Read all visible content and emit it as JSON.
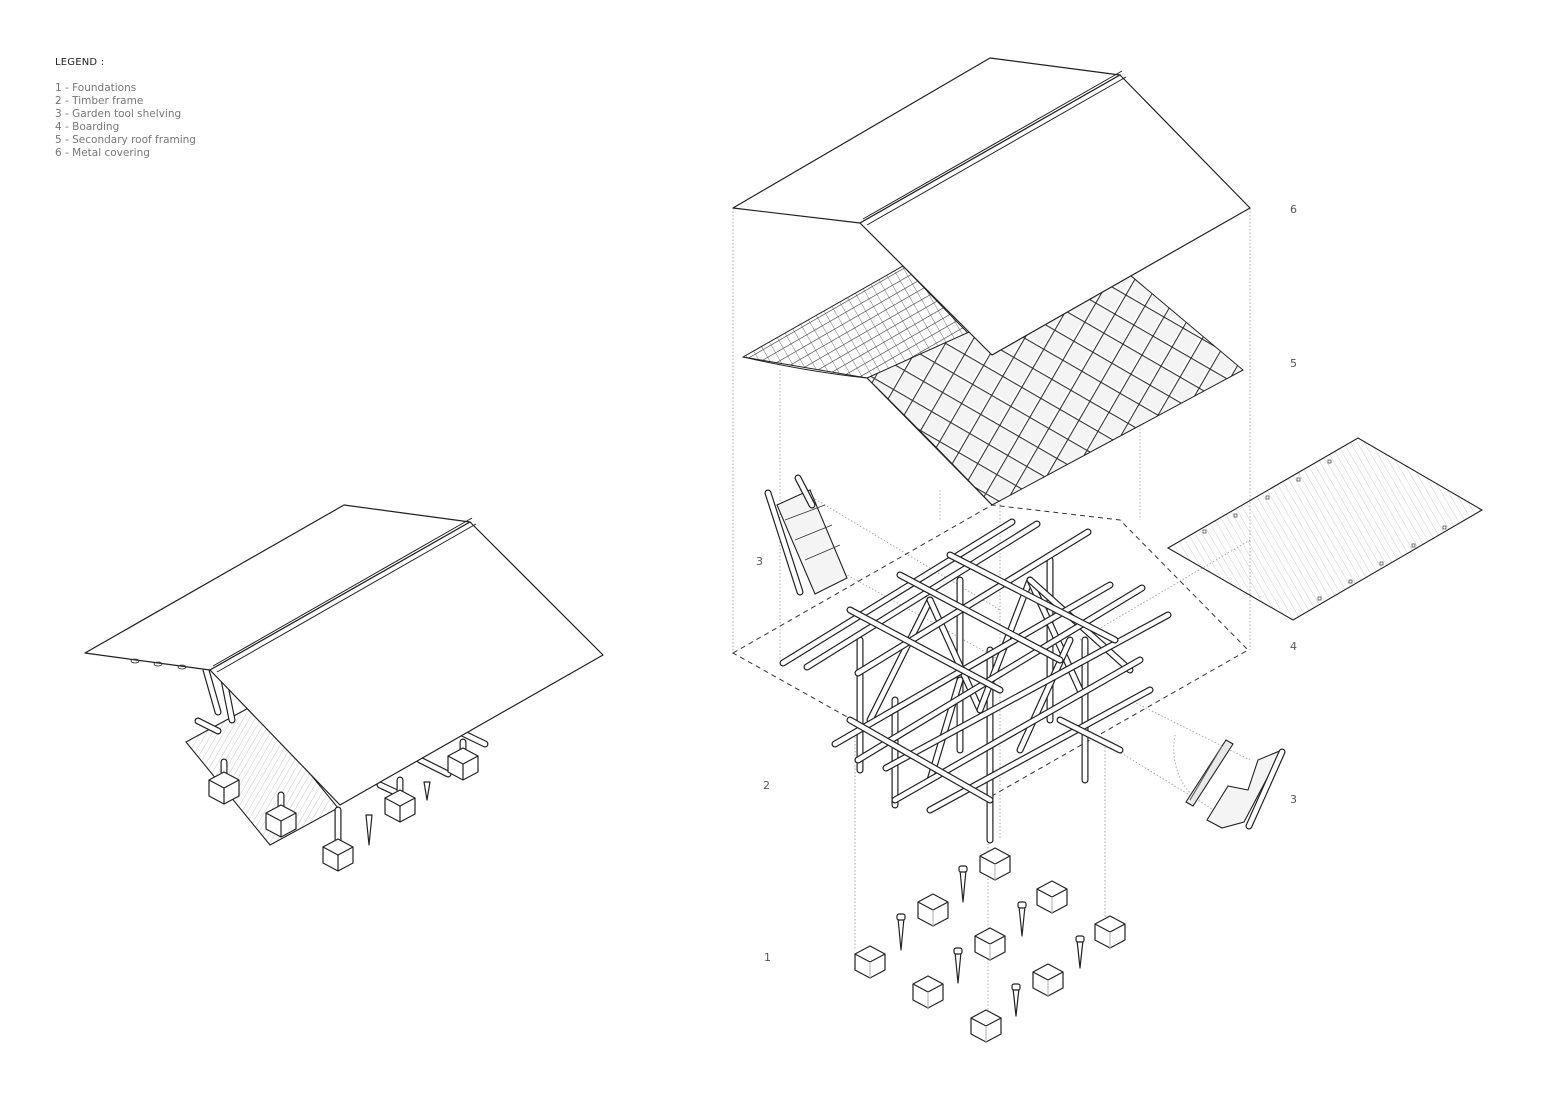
{
  "legend": {
    "title": "LEGEND :",
    "items": [
      {
        "number": "1",
        "label": "1 - Foundations"
      },
      {
        "number": "2",
        "label": "2 - Timber frame"
      },
      {
        "number": "3",
        "label": "3 - Garden tool shelving"
      },
      {
        "number": "4",
        "label": "4 - Boarding"
      },
      {
        "number": "5",
        "label": "5 - Secondary roof framing"
      },
      {
        "number": "6",
        "label": "6 - Metal covering"
      }
    ]
  },
  "callouts": {
    "metal_covering": "6",
    "secondary_roof_framing": "5",
    "shelving_left": "3",
    "boarding": "4",
    "timber_frame": "2",
    "shelving_right": "3",
    "foundations": "1"
  },
  "colors": {
    "background": "#ffffff",
    "line": "#222222",
    "projection_line": "#999999",
    "label_text": "#555555"
  }
}
